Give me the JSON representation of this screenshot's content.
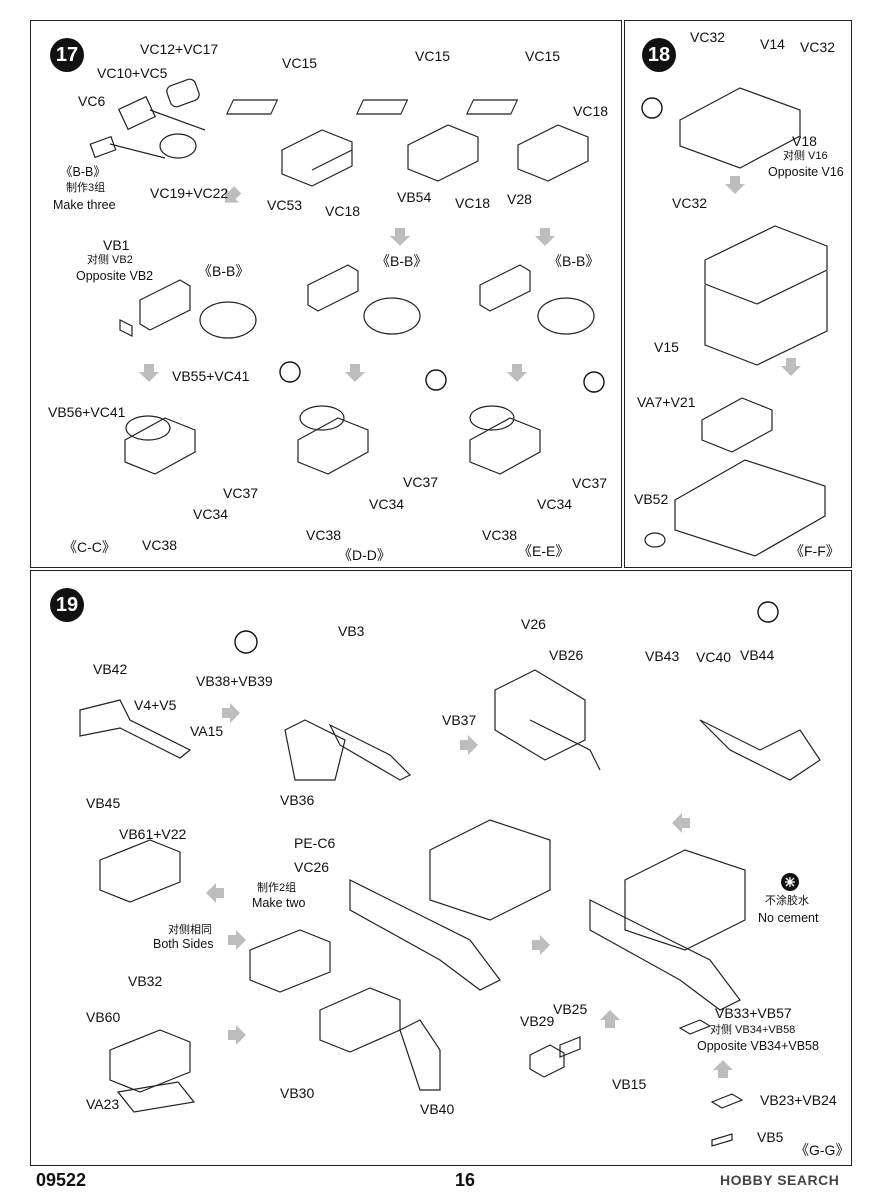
{
  "footer": {
    "code": "09522",
    "page": "16",
    "watermark": "HOBBY SEARCH"
  },
  "step17": {
    "number": "17",
    "labels": {
      "vc12_vc17": "VC12+VC17",
      "vc10_vc5": "VC10+VC5",
      "vc6": "VC6",
      "bb1": "《B-B》",
      "make3_cn": "制作3组",
      "make3_en": "Make three",
      "vc19_vc22": "VC19+VC22",
      "vc15_a": "VC15",
      "vc53": "VC53",
      "vc18_a": "VC18",
      "vc15_b": "VC15",
      "vb54": "VB54",
      "vc18_b": "VC18",
      "vc15_c": "VC15",
      "vc18_c": "VC18",
      "v28": "V28",
      "vb1": "VB1",
      "opp_cn_vb2": "对侧 VB2",
      "opp_en_vb2": "Opposite VB2",
      "bb2": "《B-B》",
      "bb3": "《B-B》",
      "bb4": "《B-B》",
      "vb55_vc41": "VB55+VC41",
      "vb56_vc41": "VB56+VC41",
      "vc37_a": "VC37",
      "vc34_a": "VC34",
      "vc38_a": "VC38",
      "cc": "《C-C》",
      "vc37_b": "VC37",
      "vc34_b": "VC34",
      "vc38_b": "VC38",
      "dd": "《D-D》",
      "vc37_c": "VC37",
      "vc34_c": "VC34",
      "vc38_c": "VC38",
      "ee": "《E-E》"
    }
  },
  "step18": {
    "number": "18",
    "labels": {
      "vc32_a": "VC32",
      "v14": "V14",
      "vc32_b": "VC32",
      "v18": "V18",
      "opp_cn_v16": "对侧 V16",
      "opp_en_v16": "Opposite V16",
      "vc32_c": "VC32",
      "v15": "V15",
      "va7_v21": "VA7+V21",
      "vb52": "VB52",
      "ff": "《F-F》"
    }
  },
  "step19": {
    "number": "19",
    "labels": {
      "vb42": "VB42",
      "v4_v5": "V4+V5",
      "va15": "VA15",
      "vb3": "VB3",
      "vb38_vb39": "VB38+VB39",
      "vb37": "VB37",
      "vb36": "VB36",
      "v26": "V26",
      "vb26": "VB26",
      "vb43": "VB43",
      "vc40": "VC40",
      "vb44": "VB44",
      "vb45": "VB45",
      "vb61_v22": "VB61+V22",
      "both_cn": "对侧相同",
      "both_en": "Both Sides",
      "pe_c6": "PE-C6",
      "vc26": "VC26",
      "make2_cn": "制作2组",
      "make2_en": "Make two",
      "no_cement_cn": "不涂胶水",
      "no_cement_en": "No cement",
      "vb32": "VB32",
      "vb60": "VB60",
      "va23": "VA23",
      "vb30": "VB30",
      "vb40": "VB40",
      "vb29": "VB29",
      "vb25": "VB25",
      "vb15": "VB15",
      "vb33_vb57": "VB33+VB57",
      "opp_cn_vb34": "对侧 VB34+VB58",
      "opp_en_vb34": "Opposite VB34+VB58",
      "vb23_vb24": "VB23+VB24",
      "vb5": "VB5",
      "gg": "《G-G》"
    }
  }
}
